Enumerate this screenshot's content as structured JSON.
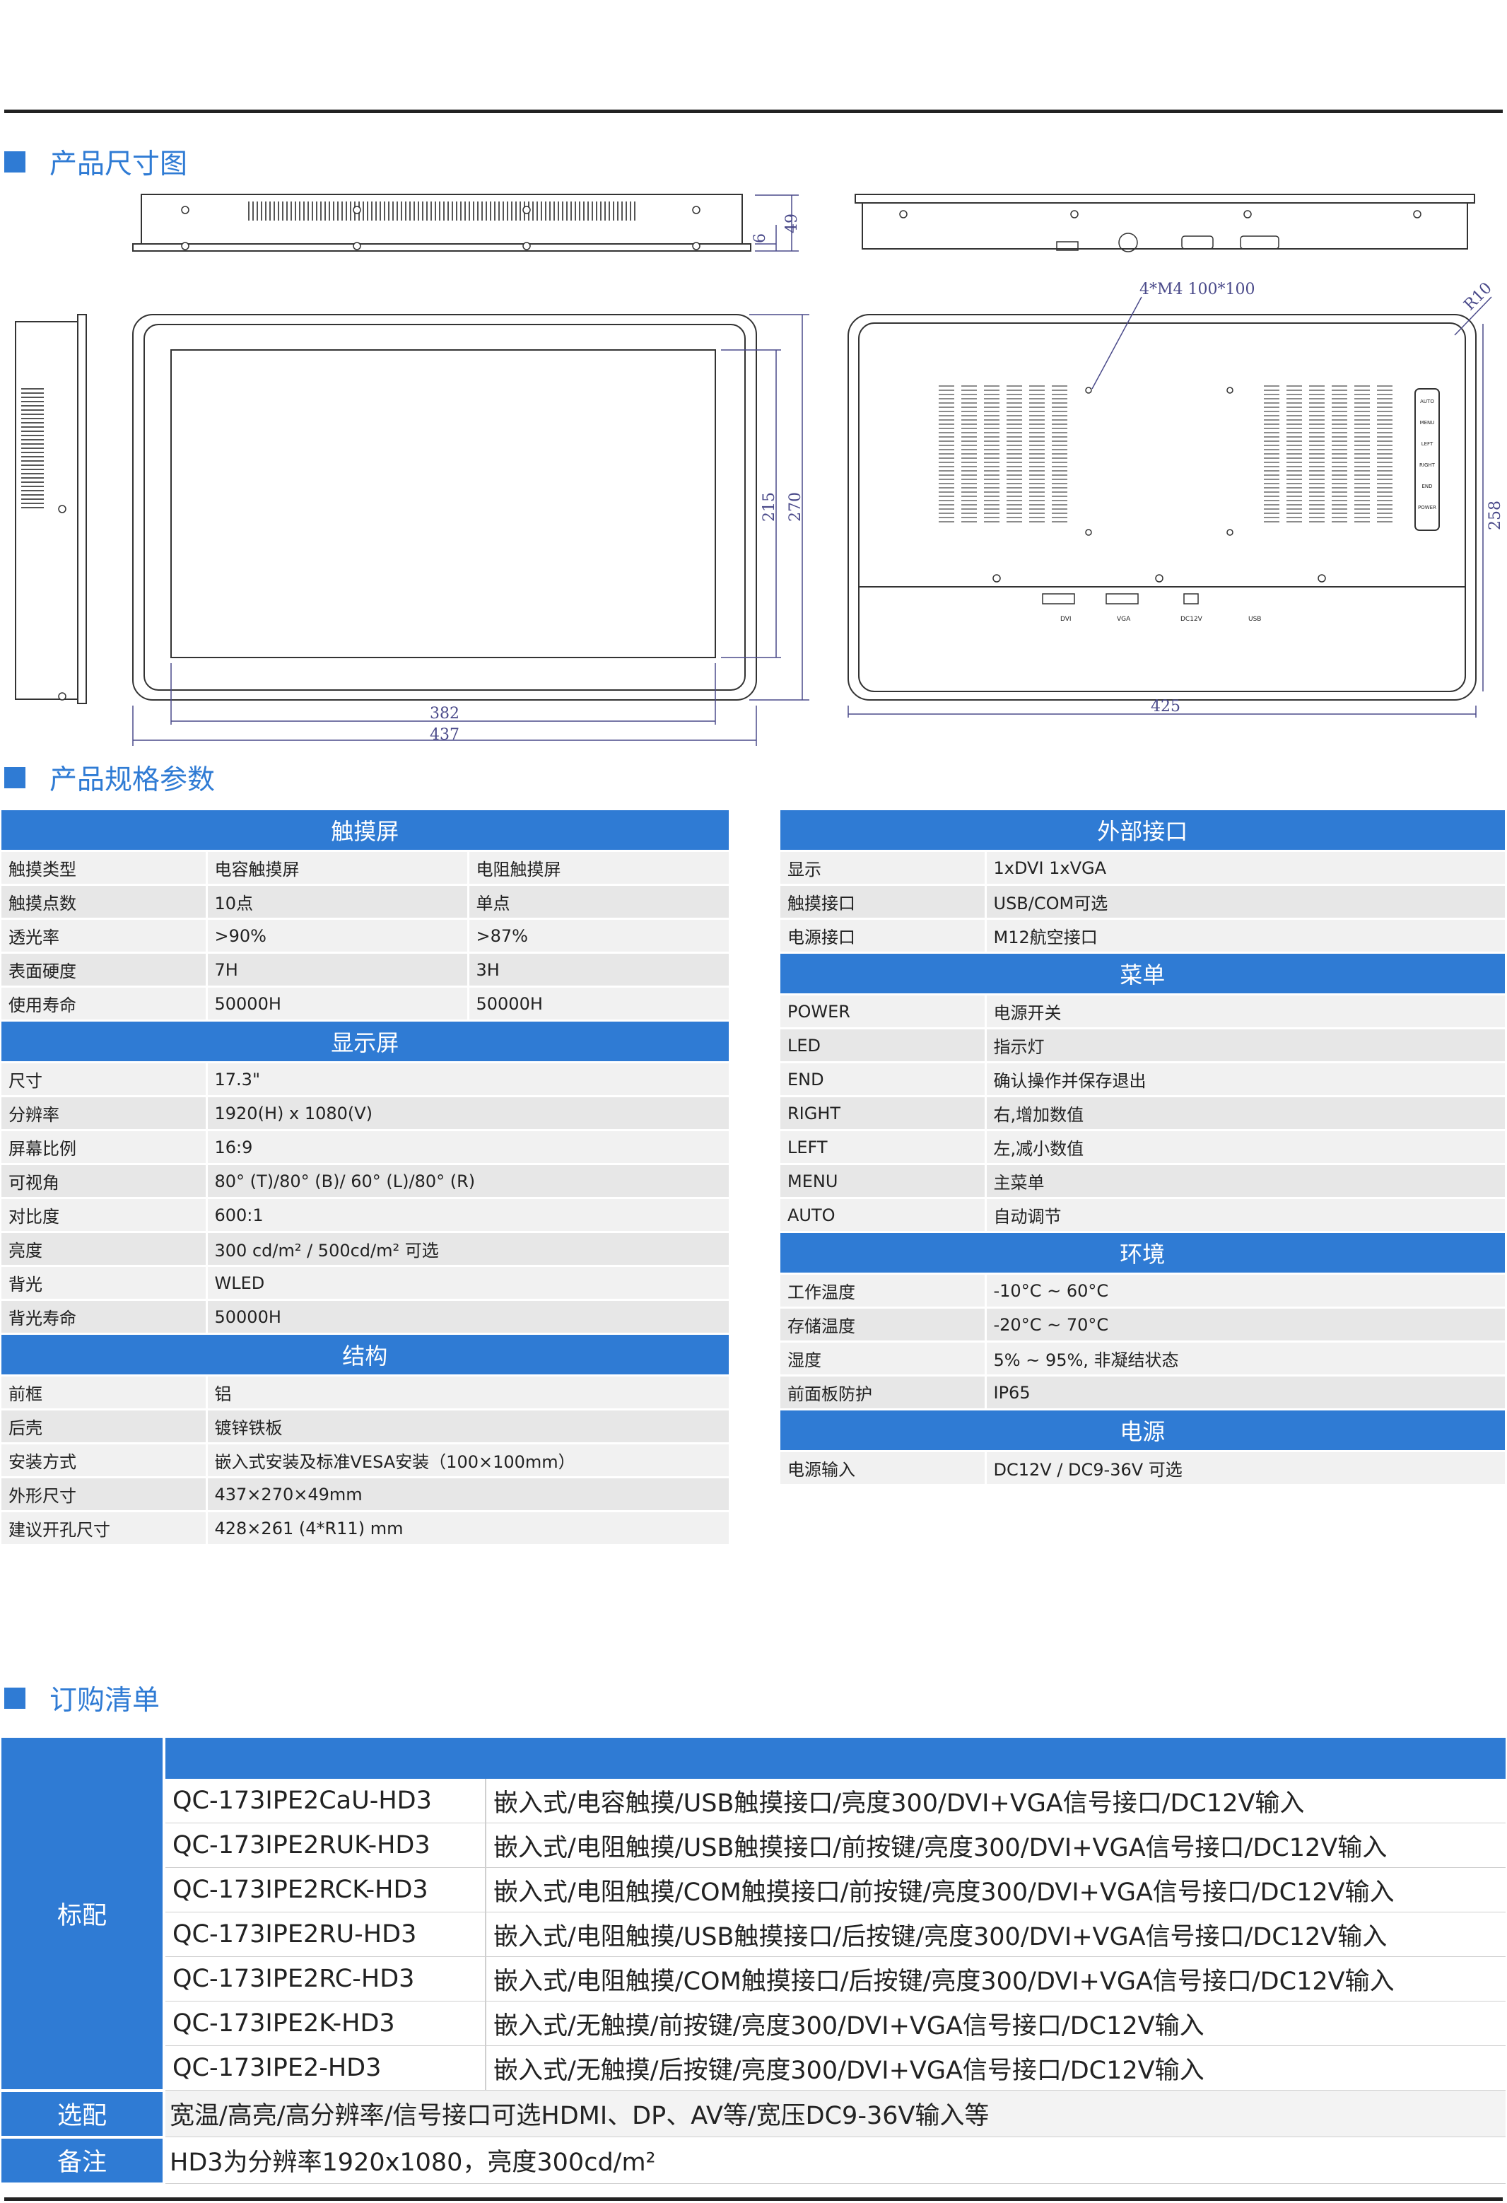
{
  "sections": {
    "drawing_title": "产品尺寸图",
    "spec_title": "产品规格参数",
    "order_title": "订购清单"
  },
  "drawing": {
    "dims": {
      "d6": "6",
      "d49": "49",
      "d215": "215",
      "d270": "270",
      "d382": "382",
      "d437": "437",
      "d425": "425",
      "d258": "258",
      "r10": "R10",
      "vesa": "4*M4  100*100"
    },
    "ports": {
      "dvi": "DVI",
      "vga": "VGA",
      "dc": "DC12V",
      "usb": "USB"
    },
    "buttons": [
      "AUTO",
      "MENU",
      "LEFT",
      "RIGHT",
      "END",
      "POWER"
    ]
  },
  "left_table": {
    "touch_header": "触摸屏",
    "touch_rows": [
      [
        "触摸类型",
        "电容触摸屏",
        "电阻触摸屏"
      ],
      [
        "触摸点数",
        "10点",
        "单点"
      ],
      [
        "透光率",
        ">90%",
        ">87%"
      ],
      [
        "表面硬度",
        "7H",
        "3H"
      ],
      [
        "使用寿命",
        "50000H",
        "50000H"
      ]
    ],
    "display_header": "显示屏",
    "display_rows": [
      [
        "尺寸",
        "17.3\""
      ],
      [
        "分辨率",
        "1920(H) x 1080(V)"
      ],
      [
        "屏幕比例",
        "16:9"
      ],
      [
        "可视角",
        "80° (T)/80° (B)/ 60° (L)/80° (R)"
      ],
      [
        "对比度",
        "600:1"
      ],
      [
        "亮度",
        "300 cd/m²   /   500cd/m² 可选"
      ],
      [
        "背光",
        "WLED"
      ],
      [
        "背光寿命",
        "50000H"
      ]
    ],
    "structure_header": "结构",
    "structure_rows": [
      [
        "前框",
        "铝"
      ],
      [
        "后壳",
        "镀锌铁板"
      ],
      [
        "安装方式",
        "嵌入式安装及标准VESA安装（100×100mm）"
      ],
      [
        "外形尺寸",
        "437×270×49mm"
      ],
      [
        "建议开孔尺寸",
        "428×261 (4*R11) mm"
      ]
    ]
  },
  "right_table": {
    "io_header": "外部接口",
    "io_rows": [
      [
        "显示",
        "1xDVI        1xVGA"
      ],
      [
        "触摸接口",
        "USB/COM可选"
      ],
      [
        "电源接口",
        "M12航空接口"
      ]
    ],
    "menu_header": "菜单",
    "menu_rows": [
      [
        "POWER",
        "电源开关"
      ],
      [
        "LED",
        "指示灯"
      ],
      [
        "END",
        "确认操作并保存退出"
      ],
      [
        "RIGHT",
        "右,增加数值"
      ],
      [
        "LEFT",
        "左,减小数值"
      ],
      [
        "MENU",
        "主菜单"
      ],
      [
        "AUTO",
        "自动调节"
      ]
    ],
    "env_header": "环境",
    "env_rows": [
      [
        "工作温度",
        "-10°C ~ 60°C"
      ],
      [
        "存储温度",
        "-20°C ~ 70°C"
      ],
      [
        "湿度",
        "5% ~ 95%, 非凝结状态"
      ],
      [
        "前面板防护",
        "IP65"
      ]
    ],
    "power_header": "电源",
    "power_rows": [
      [
        "电源输入",
        "DC12V / DC9-36V 可选"
      ]
    ]
  },
  "order": {
    "std_label": "标配",
    "items": [
      [
        "QC-173IPE2CaU-HD3",
        "嵌入式/电容触摸/USB触摸接口/亮度300/DVI+VGA信号接口/DC12V输入"
      ],
      [
        "QC-173IPE2RUK-HD3",
        "嵌入式/电阻触摸/USB触摸接口/前按键/亮度300/DVI+VGA信号接口/DC12V输入"
      ],
      [
        "QC-173IPE2RCK-HD3",
        "嵌入式/电阻触摸/COM触摸接口/前按键/亮度300/DVI+VGA信号接口/DC12V输入"
      ],
      [
        "QC-173IPE2RU-HD3",
        "嵌入式/电阻触摸/USB触摸接口/后按键/亮度300/DVI+VGA信号接口/DC12V输入"
      ],
      [
        "QC-173IPE2RC-HD3",
        "嵌入式/电阻触摸/COM触摸接口/后按键/亮度300/DVI+VGA信号接口/DC12V输入"
      ],
      [
        "QC-173IPE2K-HD3",
        "嵌入式/无触摸/前按键/亮度300/DVI+VGA信号接口/DC12V输入"
      ],
      [
        "QC-173IPE2-HD3",
        "嵌入式/无触摸/后按键/亮度300/DVI+VGA信号接口/DC12V输入"
      ]
    ],
    "optional_label": "选配",
    "optional_text": "宽温/高亮/高分辨率/信号接口可选HDMI、DP、AV等/宽压DC9-36V输入等",
    "note_label": "备注",
    "note_text": "HD3为分辨率1920x1080，亮度300cd/m²"
  },
  "colors": {
    "accent": "#2f7bd4",
    "row_light": "#f1f1f1",
    "row_dark": "#e7e7e7"
  }
}
